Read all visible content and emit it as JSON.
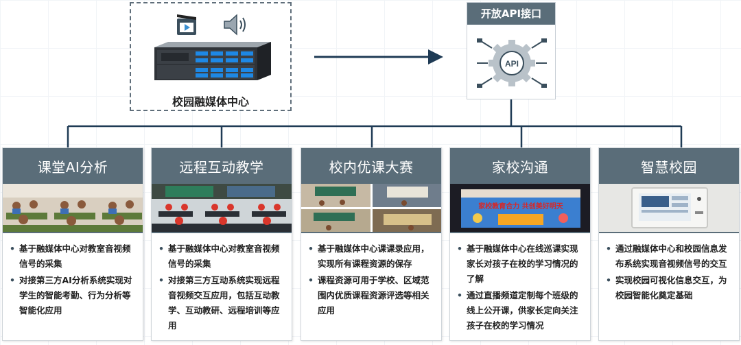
{
  "center": {
    "label": "校园融媒体中心"
  },
  "api": {
    "title": "开放API接口",
    "icon_text": "API"
  },
  "colors": {
    "header": "#5a6d79",
    "accent": "#1f3b55",
    "connector": "#1f3b55"
  },
  "cards": [
    {
      "title": "课堂AI分析",
      "bullets": [
        "基于融媒体中心对教室音视频信号的采集",
        "对接第三方AI分析系统实现对学生的智能考勤、行为分析等智能化应用"
      ]
    },
    {
      "title": "远程互动教学",
      "bullets": [
        "基于融媒体中心对教室音视频信号的采集",
        "对接第三方互动系统实现远程音视频交互应用，包括互动教学、互动教研、远程培训等应用"
      ]
    },
    {
      "title": "校内优课大赛",
      "bullets": [
        "基于融媒体中心课课录应用，实现所有课程资源的保存",
        "课程资源可用于学校、区域范围内优质课程资源评选等相关应用"
      ]
    },
    {
      "title": "家校沟通",
      "photo_banner": "家校教育合力 共创美好明天",
      "bullets": [
        "基于融媒体中心在线巡课实现家长对孩子在校的学习情况的了解",
        "通过直播频道定制每个班级的线上公开课，供家长定向关注孩子在校的学习情况"
      ]
    },
    {
      "title": "智慧校园",
      "bullets": [
        "通过融媒体中心和校园信息发布系统实现音视频信号的交互",
        "实现校园可视化信息交互，为校园智能化奠定基础"
      ]
    }
  ]
}
